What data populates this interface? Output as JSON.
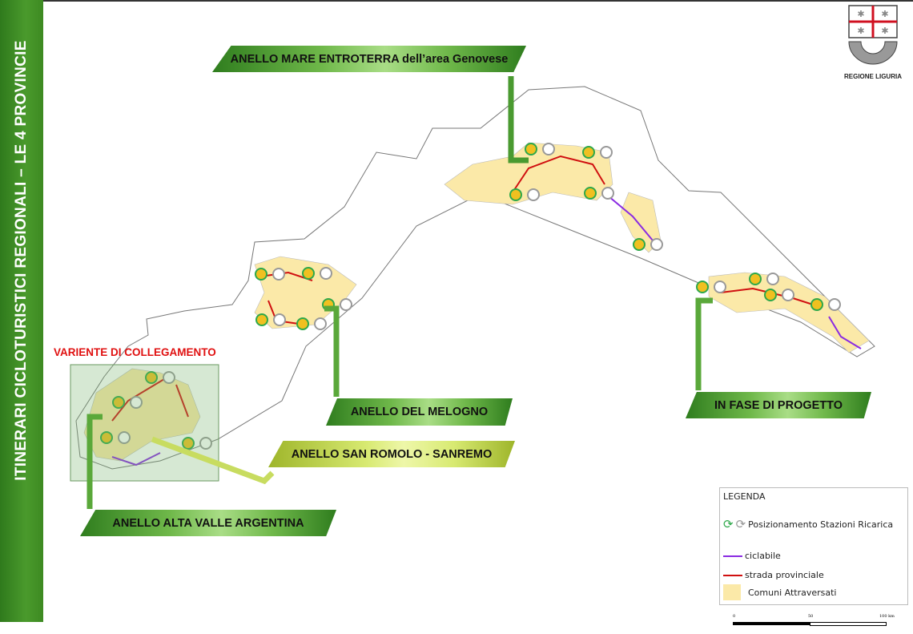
{
  "banner": {
    "title": "ITINERARI CICLOTURISTICI REGIONALI – LE 4 PROVINCIE"
  },
  "logo": {
    "name": "REGIONE LIGURIA"
  },
  "labels": {
    "genovese": "ANELLO MARE ENTROTERRA dell’area Genovese",
    "melogno": "ANELLO DEL MELOGNO",
    "progetto": "IN FASE DI PROGETTO",
    "sanromolo": "ANELLO SAN ROMOLO - SANREMO",
    "argentina": "ANELLO ALTA VALLE ARGENTINA",
    "variante": "VARIENTE DI COLLEGAMENTO"
  },
  "legend": {
    "title": "LEGENDA",
    "stations": "Posizionamento Stazioni Ricarica",
    "cycle": "ciclabile",
    "road": "strada provinciale",
    "comuni": "Comuni Attraversati"
  },
  "scale": {
    "zero": "0",
    "mid": "50",
    "end": "100 km"
  },
  "colors": {
    "banner": "#3d8a22",
    "cycle": "#8a2be2",
    "road": "#d01010",
    "comuni": "#fbe9a8",
    "station": "#2ea84a"
  }
}
